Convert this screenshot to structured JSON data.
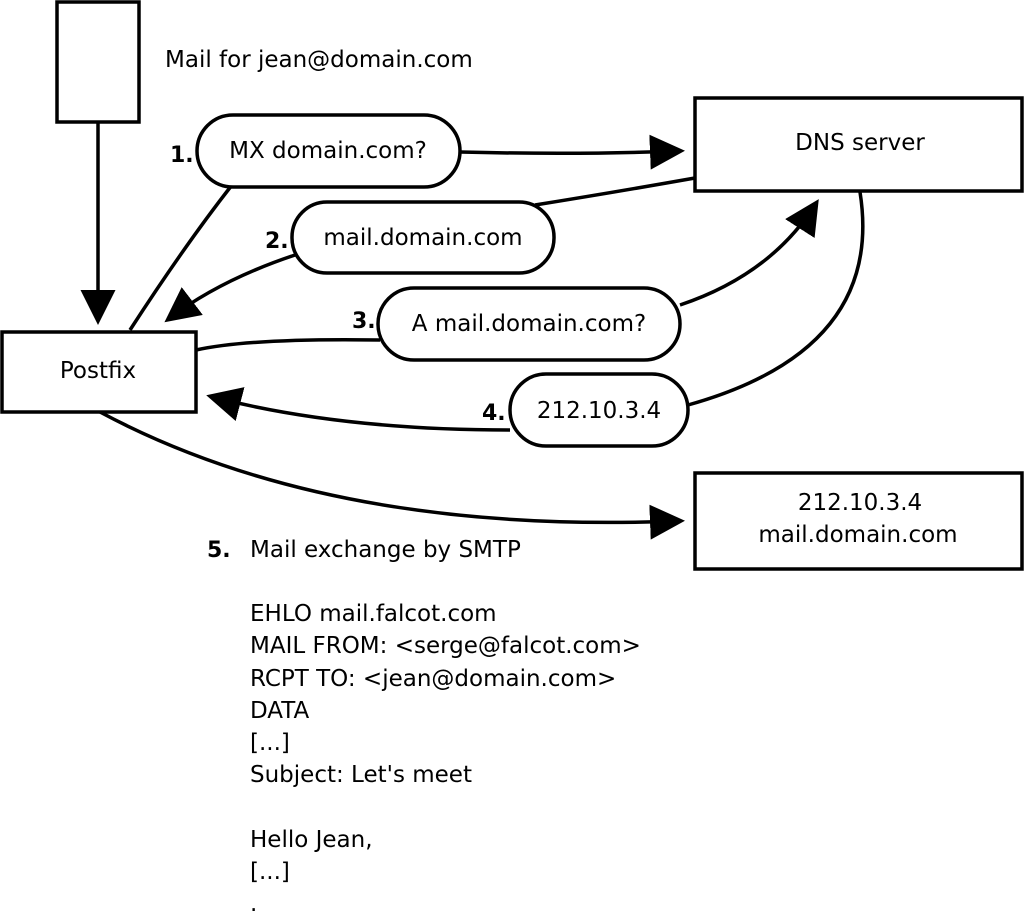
{
  "mail_label": "Mail for jean@domain.com",
  "nodes": {
    "postfix": "Postfix",
    "dns_server": "DNS server",
    "mail_server_ip": "212.10.3.4",
    "mail_server_host": "mail.domain.com"
  },
  "steps": [
    {
      "number": "1.",
      "text": "MX domain.com?"
    },
    {
      "number": "2.",
      "text": "mail.domain.com"
    },
    {
      "number": "3.",
      "text": "A mail.domain.com?"
    },
    {
      "number": "4.",
      "text": "212.10.3.4"
    },
    {
      "number": "5.",
      "text": "Mail exchange by SMTP"
    }
  ],
  "smtp_lines": [
    "EHLO mail.falcot.com",
    "MAIL FROM: <serge@falcot.com>",
    "RCPT TO: <jean@domain.com>",
    "DATA",
    "[...]",
    "Subject: Let's meet",
    "",
    "Hello Jean,",
    "[...]",
    "."
  ]
}
